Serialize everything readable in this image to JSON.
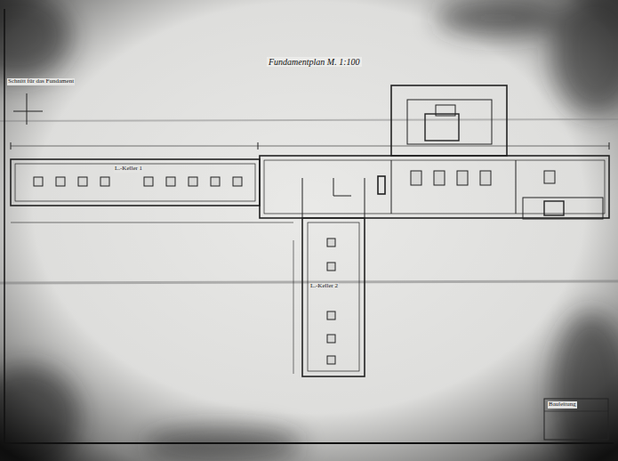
{
  "diagram": {
    "title": "Fundamentplan M. 1:100",
    "labels": [
      "Schnitt für das Fundament",
      "L.-Keller 1",
      "L.-Keller 2",
      "Bauleitung"
    ]
  }
}
